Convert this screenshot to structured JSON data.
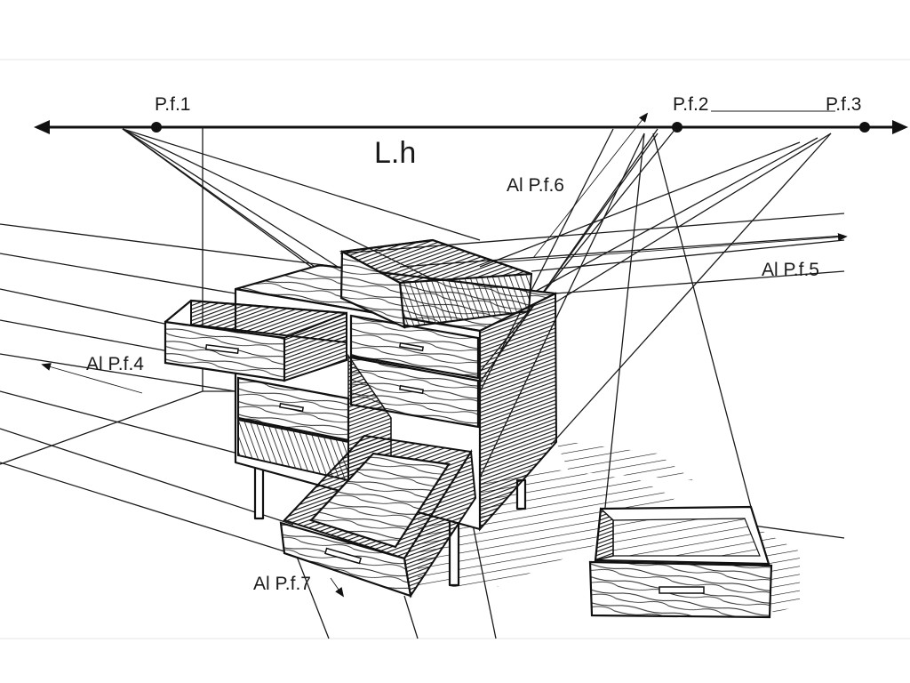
{
  "horizon": {
    "label": "L.h"
  },
  "vanishing_points": [
    {
      "id": "pf1",
      "label": "P.f.1"
    },
    {
      "id": "pf2",
      "label": "P.f.2"
    },
    {
      "id": "pf3",
      "label": "P.f.3"
    }
  ],
  "annotations": [
    {
      "id": "pf4",
      "label": "Al P.f.4"
    },
    {
      "id": "pf5",
      "label": "Al P.f.5"
    },
    {
      "id": "pf6",
      "label": "Al P.f.6"
    },
    {
      "id": "pf7",
      "label": "Al P.f.7"
    }
  ],
  "colors": {
    "ink": "#111111",
    "paper": "#ffffff"
  }
}
